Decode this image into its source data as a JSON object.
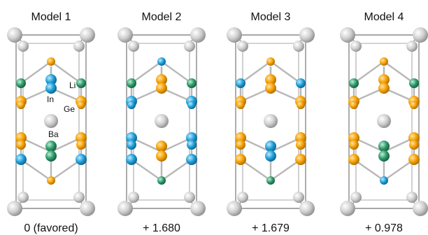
{
  "models": [
    {
      "title": "Model 1",
      "energy": "0 (favored)",
      "sites": {
        "upper_top": "Ge",
        "upper_mid": "In",
        "upper_side": "Li",
        "lower_mid": "Li",
        "lower_bottom": "Ge",
        "lower_side": "In"
      }
    },
    {
      "title": "Model 2",
      "energy": "+ 1.680",
      "sites": {
        "upper_top": "In",
        "upper_mid": "Ge",
        "upper_side": "Li",
        "lower_mid": "Ge",
        "lower_bottom": "Li",
        "lower_side": "In"
      }
    },
    {
      "title": "Model 3",
      "energy": "+ 1.679",
      "sites": {
        "upper_top": "Ge",
        "upper_mid": "Ge",
        "upper_side": "In",
        "lower_mid": "In",
        "lower_bottom": "Li",
        "lower_side": "Ge"
      }
    },
    {
      "title": "Model 4",
      "energy": "+ 0.978",
      "sites": {
        "upper_top": "Ge",
        "upper_mid": "Ge",
        "upper_side": "Li",
        "lower_mid": "Li",
        "lower_bottom": "In",
        "lower_side": "Ge"
      }
    }
  ],
  "labels": {
    "In": "In",
    "Li": "Li",
    "Ge": "Ge",
    "Ba": "Ba"
  },
  "element_colors": {
    "Ba": "#c9c9c9",
    "In": "#1e9fd8",
    "Li": "#2e9a6a",
    "Ge": "#f5a000"
  },
  "bond_color": "#b8b8b8",
  "cell_edge_color": "#8a8a8a"
}
